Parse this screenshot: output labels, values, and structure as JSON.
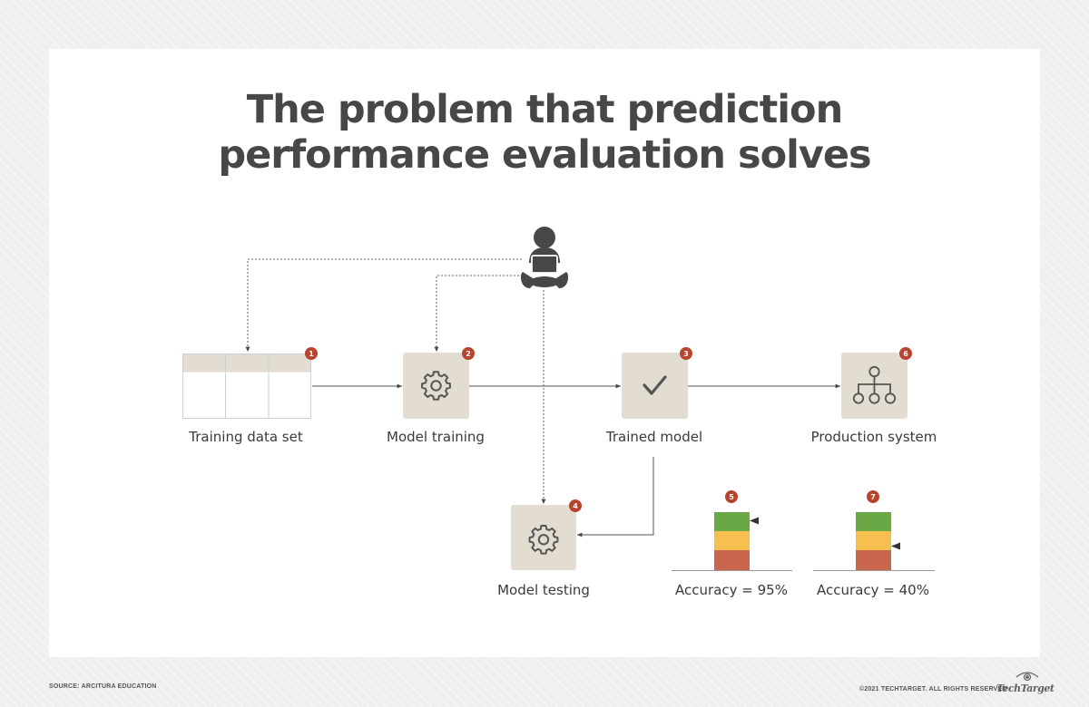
{
  "title": {
    "line1": "The problem that prediction",
    "line2": "performance evaluation solves"
  },
  "nodes": [
    {
      "id": "training-data-set",
      "label": "Training data set",
      "badge": "1",
      "icon": "table-icon"
    },
    {
      "id": "model-training",
      "label": "Model training",
      "badge": "2",
      "icon": "gear-icon"
    },
    {
      "id": "trained-model",
      "label": "Trained model",
      "badge": "3",
      "icon": "checkmark-icon"
    },
    {
      "id": "model-testing",
      "label": "Model testing",
      "badge": "4",
      "icon": "gear-icon"
    },
    {
      "id": "production-system",
      "label": "Production system",
      "badge": "6",
      "icon": "hierarchy-icon"
    }
  ],
  "gauges": [
    {
      "label": "Accuracy = 95%",
      "badge": "5",
      "level": "green"
    },
    {
      "label": "Accuracy = 40%",
      "badge": "7",
      "level": "yellow"
    }
  ],
  "person": {
    "icon": "person-with-laptop-icon"
  },
  "footer": {
    "source": "SOURCE: ARCITURA EDUCATION",
    "copyright": "©2021 TECHTARGET. ALL RIGHTS RESERVED",
    "brand": "TechTarget",
    "brand_icon": "eye-logo-icon"
  },
  "colors": {
    "title": "#474747",
    "node_fill": "#e2ddd0",
    "badge": "#b8442e",
    "gauge_green": "#6aa845",
    "gauge_yellow": "#f6bf4f",
    "gauge_red": "#c8674e",
    "connector": "#555555"
  }
}
